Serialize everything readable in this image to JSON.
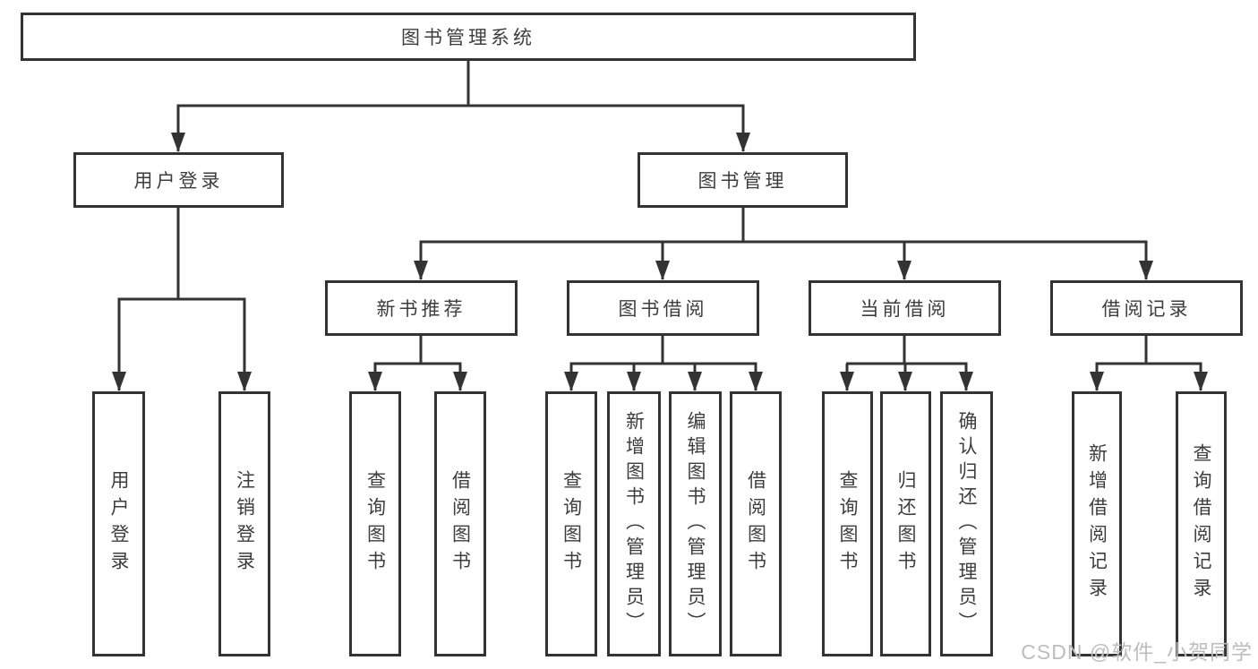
{
  "diagram": {
    "root": {
      "label": "图书管理系统"
    },
    "branches": [
      {
        "label": "用户登录",
        "children": [
          {
            "label": "用户登录"
          },
          {
            "label": "注销登录"
          }
        ]
      },
      {
        "label": "图书管理",
        "children": [
          {
            "label": "新书推荐",
            "children": [
              {
                "label": "查询图书"
              },
              {
                "label": "借阅图书"
              }
            ]
          },
          {
            "label": "图书借阅",
            "children": [
              {
                "label": "查询图书"
              },
              {
                "label": "新增图书（管理员）"
              },
              {
                "label": "编辑图书（管理员）"
              },
              {
                "label": "借阅图书"
              }
            ]
          },
          {
            "label": "当前借阅",
            "children": [
              {
                "label": "查询图书"
              },
              {
                "label": "归还图书"
              },
              {
                "label": "确认归还（管理员）"
              }
            ]
          },
          {
            "label": "借阅记录",
            "children": [
              {
                "label": "新增借阅记录"
              },
              {
                "label": "查询借阅记录"
              }
            ]
          }
        ]
      }
    ]
  },
  "watermark": {
    "text": "CSDN @软件_小贺同学"
  },
  "colors": {
    "line": "#333333",
    "box_background": "#ffffff",
    "text": "#3d3d3d",
    "watermark": "#bdbdbd"
  }
}
